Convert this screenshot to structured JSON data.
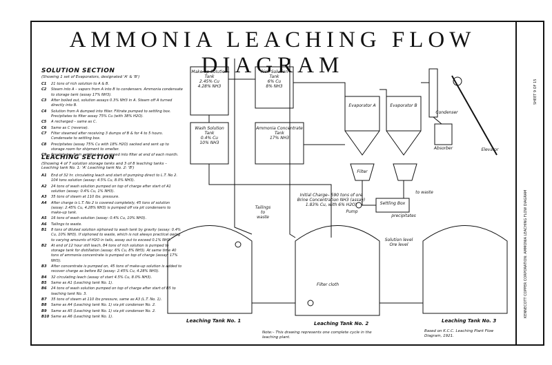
{
  "title": "AMMONIA LEACHING FLOW DIAGRAM",
  "solution": {
    "heading": "SOLUTION SECTION",
    "sub": "(Showing 1 set of Evaporators, designated 'A' & 'B')",
    "items": [
      {
        "code": "C1",
        "text": "21 tons of rich solution to A & B."
      },
      {
        "code": "C2",
        "text": "Steam into A – vapors from A into B to condensers. Ammonia condensate to storage tank (assay 17% NH3)."
      },
      {
        "code": "C3",
        "text": "After boiled out, solution assays 0.3% NH3 in A. Steam off A turned directly into B."
      },
      {
        "code": "C4",
        "text": "Solution from A dumped into filter. Filtrate pumped to settling box. Precipitates to filter assay 75% Cu (with 38% H2O)."
      },
      {
        "code": "C5",
        "text": "A recharged – same as C."
      },
      {
        "code": "C6",
        "text": "Same as C (reverse)."
      },
      {
        "code": "C7",
        "text": "Filter steamed after receiving 3 dumps of B & for 4 to 5 hours. Condensate to settling box."
      },
      {
        "code": "C8",
        "text": "Precipitates (assay 75% Cu with 18% H2O) sacked and sent up to storage room for shipment to smelter."
      },
      {
        "code": "C9",
        "text": "Precipitates from settling box pumped into filter at end of each month."
      }
    ]
  },
  "leaching": {
    "heading": "LEACHING SECTION",
    "sub": "(Showing 4 of 7 solution storage tanks and 3 of 8 leaching tanks – Leaching tank No. 1: 'A' Leaching tank No. 2: 'B')",
    "items": [
      {
        "code": "A1",
        "text": "End of 32 hr. circulating leach and start of pumping direct to L.T. No 2. 104 tons solution (assay: 4.5% Cu, 8.0% NH3)."
      },
      {
        "code": "A2",
        "text": "24 tons of wash solution pumped on top of charge after start of A1 solution (assay: 0.4% Cu, 1% NH3)."
      },
      {
        "code": "A3",
        "text": "35 tons of steam at 110 lbs. pressure."
      },
      {
        "code": "A4",
        "text": "After charge is L.T. No 2 is covered completely, 45 tons of solution (assay: 2.45% Cu, 4.28% NH3) is pumped off via pit condensers to make-up tank."
      },
      {
        "code": "A5",
        "text": "16 tons of wash solution (assay: 0.4% Cu, 10% NH3)."
      },
      {
        "code": "A6",
        "text": "Tailings to waste."
      },
      {
        "code": "B1",
        "text": "8 tons of diluted solution siphoned to wash tank by gravity (assay: 0.4% Cu, 10% NH3). If siphoned to waste, which is not always practical owing to varying amounts of H2O in tails, assay out to exceed 0.1% NH3."
      },
      {
        "code": "B2",
        "text": "At end of 12 hour still leach, 84 tons of rich solution is pumped to storage tank for distillation (assay: 6% Cu, 8% NH3). At same time 40 tons of ammonia concentrate is pumped on top of charge (assay: 17% NH3)."
      },
      {
        "code": "B3",
        "text": "After concentrate is pumped on, 45 tons of make-up solution is added to recover charge as before B2 (assay: 2.45% Cu, 4.28% NH3)."
      },
      {
        "code": "B4",
        "text": "32 circulating leach (assay of start 4.5% Cu, 8.0% NH3)."
      },
      {
        "code": "B5",
        "text": "Same as A1 (Leaching tank No. 1)."
      },
      {
        "code": "B6",
        "text": "24 tons of wash solution pumped on top of charge after start of B5 to leaching tank No. 3."
      },
      {
        "code": "B7",
        "text": "35 tons of steam at 110 lbs pressure, same as A3 (L.T. No. 1)."
      },
      {
        "code": "B8",
        "text": "Same as A4 (Leaching tank No. 1) via pit condenser No. 2."
      },
      {
        "code": "B9",
        "text": "Same as A5 (Leaching tank No. 1) via pit condenser No. 2."
      },
      {
        "code": "B10",
        "text": "Same as A6 (Leaching tank No. 1)."
      }
    ]
  },
  "tanks": {
    "makeup": "Make-up Solution\nTank\n2.45% Cu\n4.28% NH3",
    "rich": "Rich Solution\nTank\n6% Cu\n8% NH3",
    "wash": "Wash Solution\nTank\n0.4% Cu\n10% NH3",
    "concentrate": "Ammonia Concentrate\nTank\n17% NH3"
  },
  "equipment": {
    "evap_a": "Evaporator A",
    "evap_b": "Evaporator B",
    "condenser": "Condenser",
    "absorber": "Absorber",
    "filter": "Filter",
    "settling": "Settling Box",
    "elevator": "Elevator",
    "pump": "Pump",
    "to_waste": "to waste",
    "precipitates": "precipitates",
    "initial_charge": "Initial Charge– 590 tons of ore\nBrine Concentration NH3 (assay)\n1.83% Cu, with 6% H2O)",
    "tailings": "Tailings\nto\nwaste",
    "solution_level": "Solution level\nOre level",
    "filter_cloth": "Filter cloth"
  },
  "leach_tanks": [
    "Leaching Tank No. 1",
    "Leaching Tank No. 2",
    "Leaching Tank No. 3"
  ],
  "note": "Note:– This drawing represents one complete cycle in the leaching plant.",
  "basis": "Based on K.C.C. Leaching Plant Flow Diagram, 1921.",
  "title_block": {
    "company": "KENNECOTT COPPER CORPORATION: AMMONIA LEACHING FLOW DIAGRAM",
    "sheet": "SHEET 9 OF 15"
  }
}
